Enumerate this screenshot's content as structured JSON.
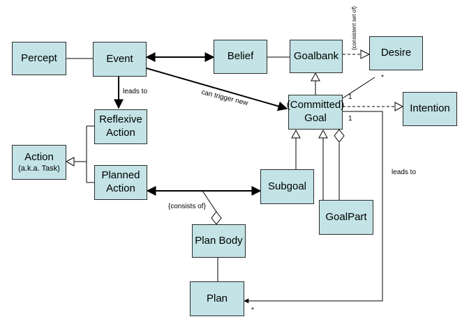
{
  "nodes": {
    "percept": "Percept",
    "event": "Event",
    "belief": "Belief",
    "goalbank": "Goalbank",
    "desire": "Desire",
    "intention": "Intention",
    "reflexive_action": [
      "Reflexive",
      "Action"
    ],
    "action": [
      "Action",
      "(a.k.a. Task)"
    ],
    "planned_action": [
      "Planned",
      "Action"
    ],
    "committed_goal": [
      "(Committed)",
      "Goal"
    ],
    "subgoal": "Subgoal",
    "goalpart": "GoalPart",
    "plan_body": "Plan Body",
    "plan": "Plan"
  },
  "edge_labels": {
    "leads_to_event": "leads to",
    "can_trigger_new": "can trigger new",
    "consistent_set_of": "{consistent set of}",
    "consists_of": "{consists of}",
    "leads_to_goal": "leads to"
  },
  "multiplicities": {
    "desire_star": "*",
    "goal_desire_one": "1",
    "goal_plan_one": "1",
    "plan_star": "*"
  }
}
